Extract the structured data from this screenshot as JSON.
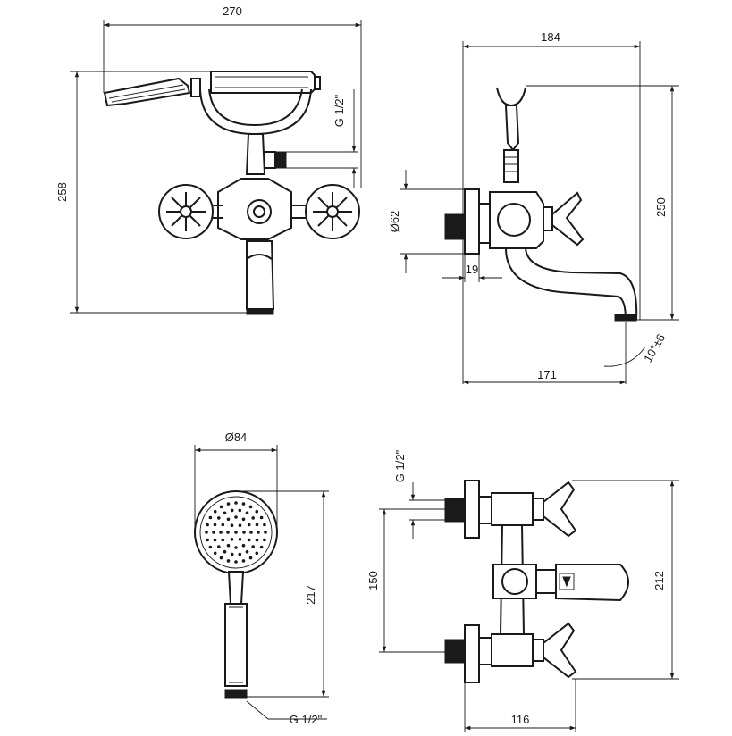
{
  "dimensions": {
    "front_width": "270",
    "front_height": "258",
    "front_thread": "G 1/2\"",
    "side_width": "184",
    "side_height": "250",
    "side_diameter": "Ø62",
    "side_depth": "19",
    "side_spout": "171",
    "side_angle": "10°±6",
    "shower_diameter": "Ø84",
    "shower_length": "217",
    "shower_thread": "G 1/2\"",
    "top_thread": "G 1/2\"",
    "top_spacing": "150",
    "top_height": "212",
    "top_width": "116"
  },
  "colors": {
    "line": "#1a1a1a",
    "background": "#ffffff"
  }
}
